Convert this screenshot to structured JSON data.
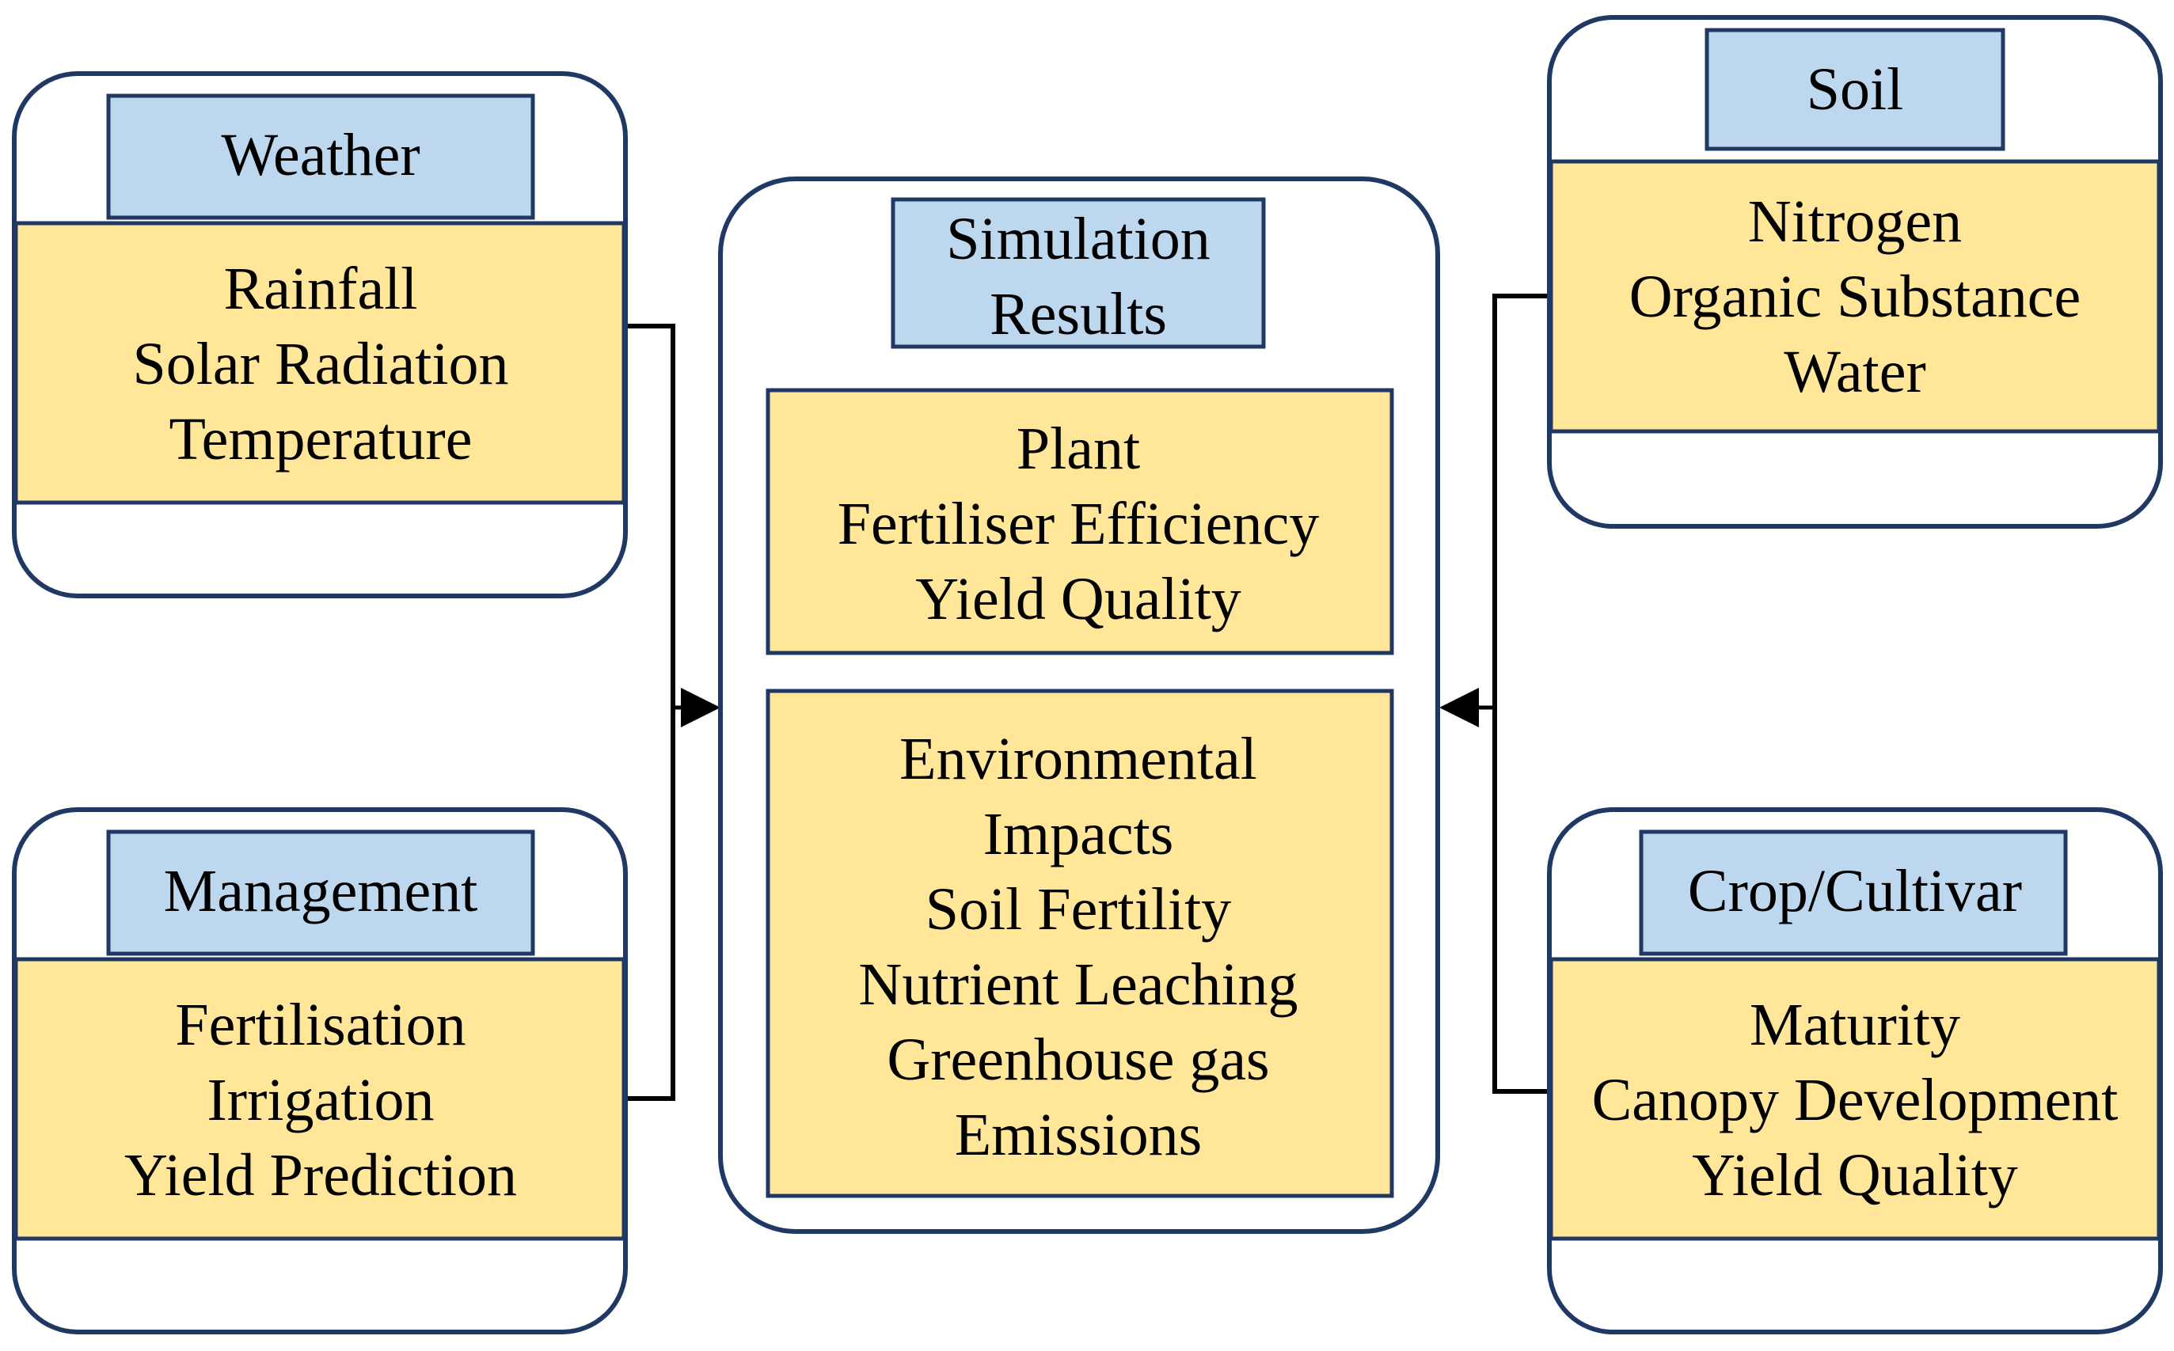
{
  "colors": {
    "outline": "#1f3864",
    "header_fill": "#bdd7ee",
    "body_fill": "#ffe699",
    "background": "#ffffff",
    "connector": "#000000"
  },
  "weather": {
    "title": "Weather",
    "items": [
      "Rainfall",
      "Solar Radiation",
      "Temperature"
    ]
  },
  "management": {
    "title": "Management",
    "items": [
      "Fertilisation",
      "Irrigation",
      "Yield Prediction"
    ]
  },
  "soil": {
    "title": "Soil",
    "items": [
      "Nitrogen",
      "Organic Substance",
      "Water"
    ]
  },
  "crop": {
    "title": "Crop/Cultivar",
    "items": [
      "Maturity",
      "Canopy Development",
      "Yield Quality"
    ]
  },
  "results": {
    "title_lines": [
      "Simulation",
      "Results"
    ],
    "plant_items": [
      "Plant",
      "Fertiliser Efficiency",
      "Yield Quality"
    ],
    "env_items": [
      "Environmental",
      "Impacts",
      "Soil Fertility",
      "Nutrient Leaching",
      "Greenhouse gas",
      "Emissions"
    ]
  }
}
